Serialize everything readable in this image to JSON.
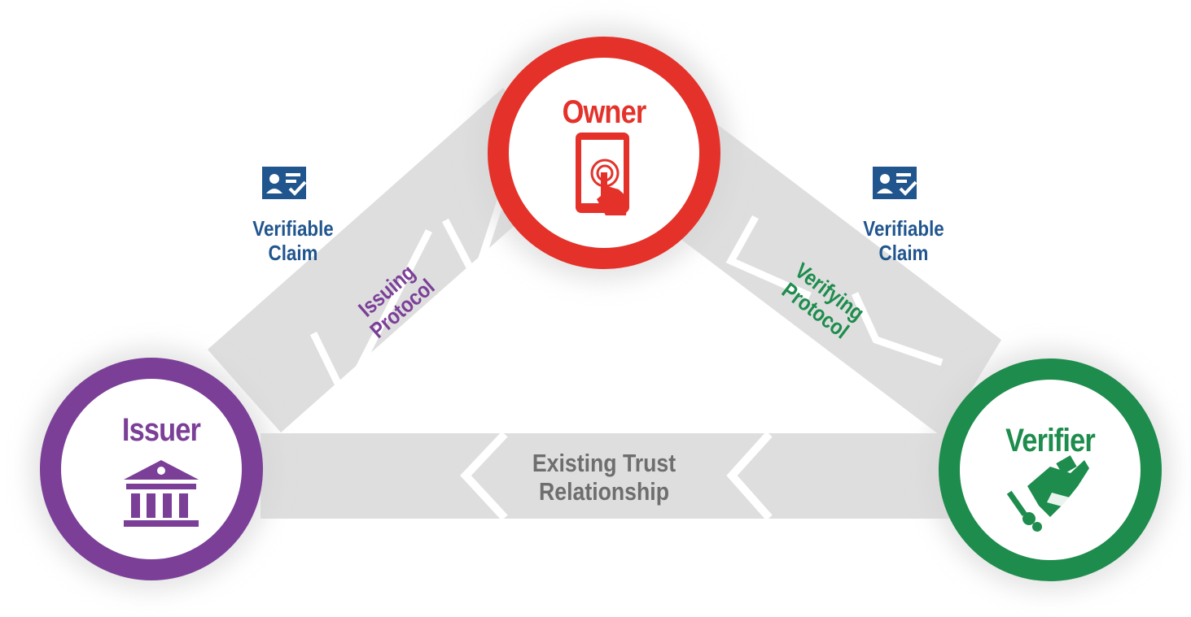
{
  "nodes": {
    "owner": {
      "title": "Owner",
      "color": "#e4322b",
      "icon": "tablet-touch-icon"
    },
    "issuer": {
      "title": "Issuer",
      "color": "#7b3f98",
      "icon": "bank-building-icon"
    },
    "verifier": {
      "title": "Verifier",
      "color": "#1d8c4c",
      "icon": "handshake-icon"
    }
  },
  "claims": {
    "left": {
      "line1": "Verifiable",
      "line2": "Claim",
      "icon": "id-card-check-icon"
    },
    "right": {
      "line1": "Verifiable",
      "line2": "Claim",
      "icon": "id-card-check-icon"
    }
  },
  "protocols": {
    "issuing": {
      "line1": "Issuing",
      "line2": "Protocol",
      "color": "#7b3f98"
    },
    "verifying": {
      "line1": "Verifying",
      "line2": "Protocol",
      "color": "#1d8c4c"
    }
  },
  "trust": {
    "line1": "Existing Trust",
    "line2": "Relationship",
    "color": "#6e6e6e"
  },
  "colors": {
    "band": "#dedede",
    "claim_icon": "#20558e"
  }
}
